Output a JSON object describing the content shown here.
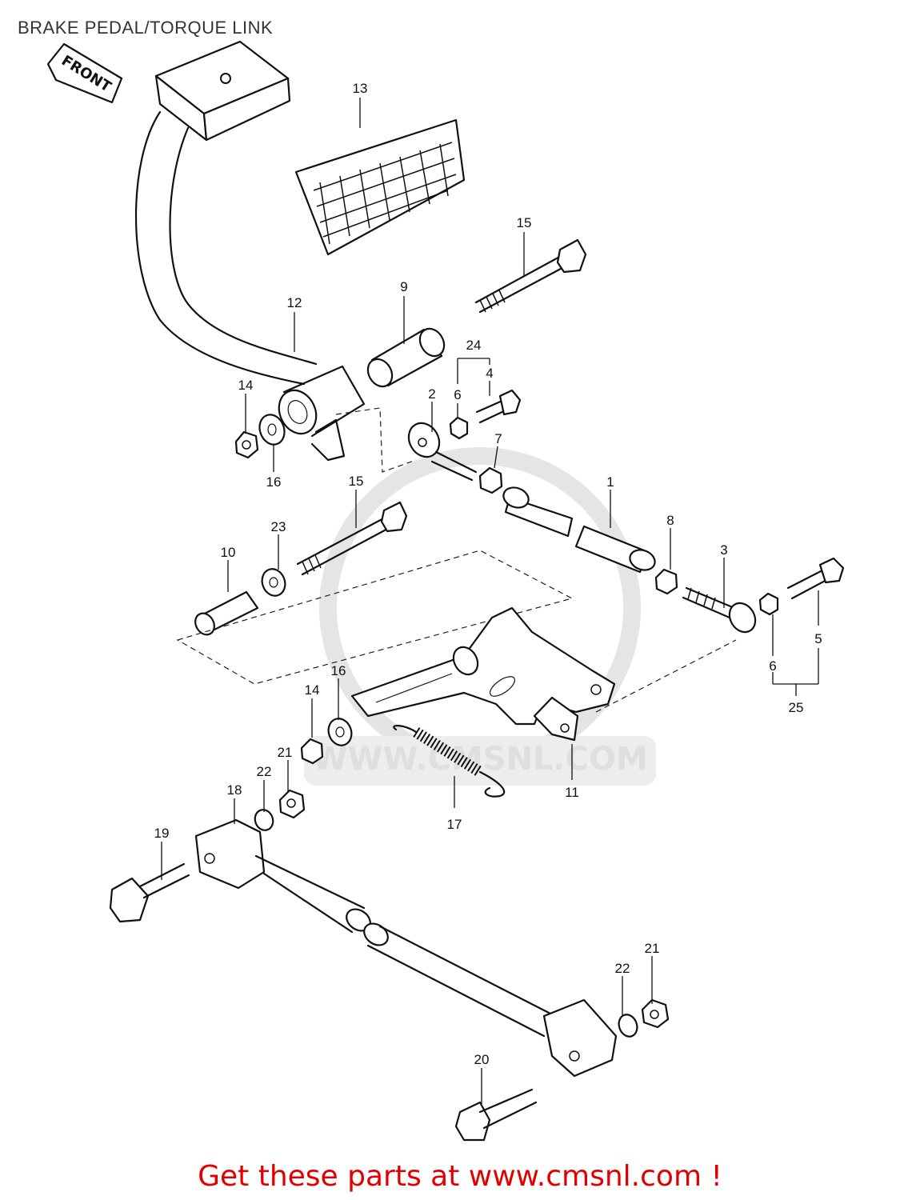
{
  "title": "BRAKE PEDAL/TORQUE LINK",
  "front_arrow": "FRONT",
  "watermark": "WWW.CMSNL.COM",
  "footer": "Get these parts at www.cmsnl.com !",
  "callouts": [
    "13",
    "15",
    "12",
    "9",
    "24",
    "4",
    "14",
    "2",
    "6",
    "7",
    "16",
    "1",
    "15",
    "23",
    "8",
    "10",
    "3",
    "5",
    "16",
    "6",
    "14",
    "25",
    "21",
    "22",
    "18",
    "11",
    "17",
    "19",
    "21",
    "22",
    "20"
  ]
}
